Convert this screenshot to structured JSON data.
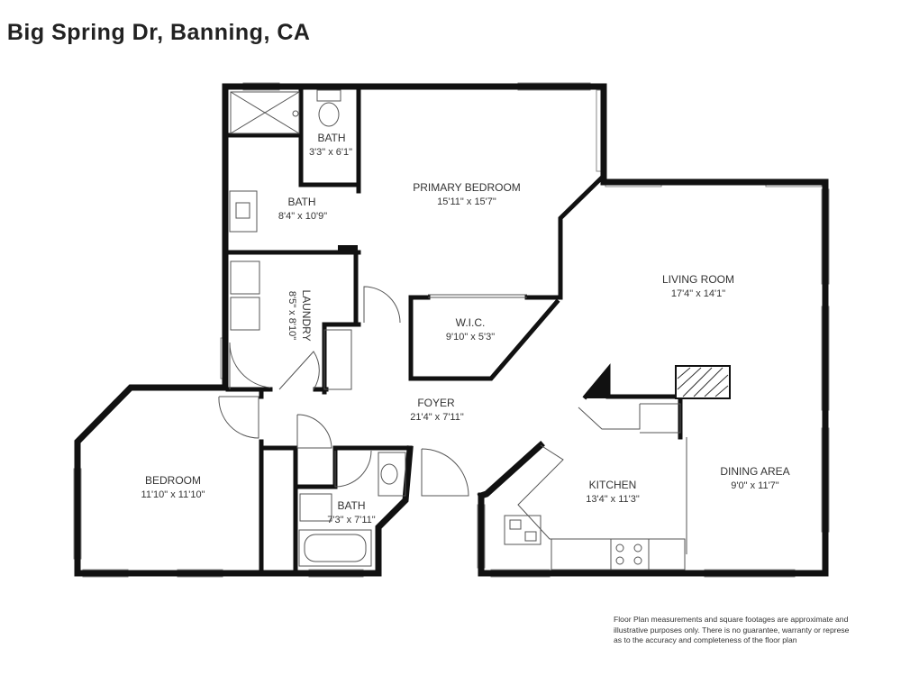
{
  "title": "4 Big Spring Dr, Banning, CA",
  "rooms": {
    "bath_small": {
      "name": "BATH",
      "dims": "3'3\" x 6'1\""
    },
    "bath_primary": {
      "name": "BATH",
      "dims": "8'4\" x 10'9\""
    },
    "primary_bedroom": {
      "name": "PRIMARY BEDROOM",
      "dims": "15'11\" x 15'7\""
    },
    "living_room": {
      "name": "LIVING ROOM",
      "dims": "17'4\" x 14'1\""
    },
    "laundry": {
      "name": "LAUNDRY",
      "dims": "8'5\" x 8'10\""
    },
    "wic": {
      "name": "W.I.C.",
      "dims": "9'10\" x 5'3\""
    },
    "foyer": {
      "name": "FOYER",
      "dims": "21'4\" x 7'11\""
    },
    "bedroom": {
      "name": "BEDROOM",
      "dims": "11'10\" x 11'10\""
    },
    "kitchen": {
      "name": "KITCHEN",
      "dims": "13'4\" x 11'3\""
    },
    "dining_area": {
      "name": "DINING AREA",
      "dims": "9'0\" x 11'7\""
    },
    "bath_hall": {
      "name": "BATH",
      "dims": "7'3\" x 7'11\""
    }
  },
  "disclaimer": "Floor Plan measurements and square footages are approximate and\nillustrative purposes only. There is no guarantee, warranty or represe\nas to the accuracy and completeness of the floor plan"
}
